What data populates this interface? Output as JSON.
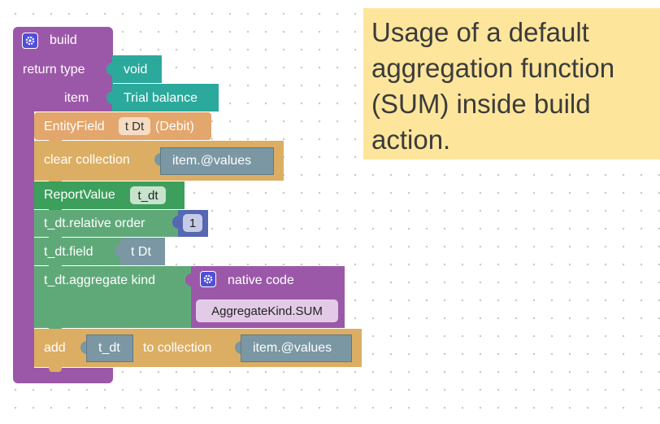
{
  "build_block": {
    "title": "build",
    "return_type_label": "return type",
    "return_type_value": "void",
    "item_label": "item",
    "item_value": "Trial balance"
  },
  "entity_field_block": {
    "label": "EntityField",
    "field_chip": "t Dt",
    "suffix": "(Debit)"
  },
  "clear_collection_block": {
    "label": "clear collection",
    "value": "item.@values"
  },
  "report_value_block": {
    "label": "ReportValue",
    "var_chip": "t_dt"
  },
  "relative_order_block": {
    "label": "t_dt.relative order",
    "value": "1"
  },
  "field_block": {
    "label": "t_dt.field",
    "value": "t Dt"
  },
  "aggregate_kind_block": {
    "label": "t_dt.aggregate kind",
    "native_code_label": "native code",
    "native_code_value": "AggregateKind.SUM"
  },
  "add_block": {
    "label_add": "add",
    "var_value": "t_dt",
    "label_to_collection": "to collection",
    "collection_value": "item.@values"
  },
  "note": {
    "lines": [
      "Usage of a default",
      "aggregation function",
      "(SUM) inside build",
      "action."
    ]
  },
  "colors": {
    "procedure_purple": "#9c58a8",
    "teal": "#2aa99c",
    "entity_orange": "#e3a66c",
    "clear_gold": "#dcae63",
    "report_green": "#3c9f5b",
    "field_green": "#5fa979",
    "slate": "#7a97a3",
    "number_blue": "#5668b1",
    "note_yellow": "#fde59b"
  }
}
